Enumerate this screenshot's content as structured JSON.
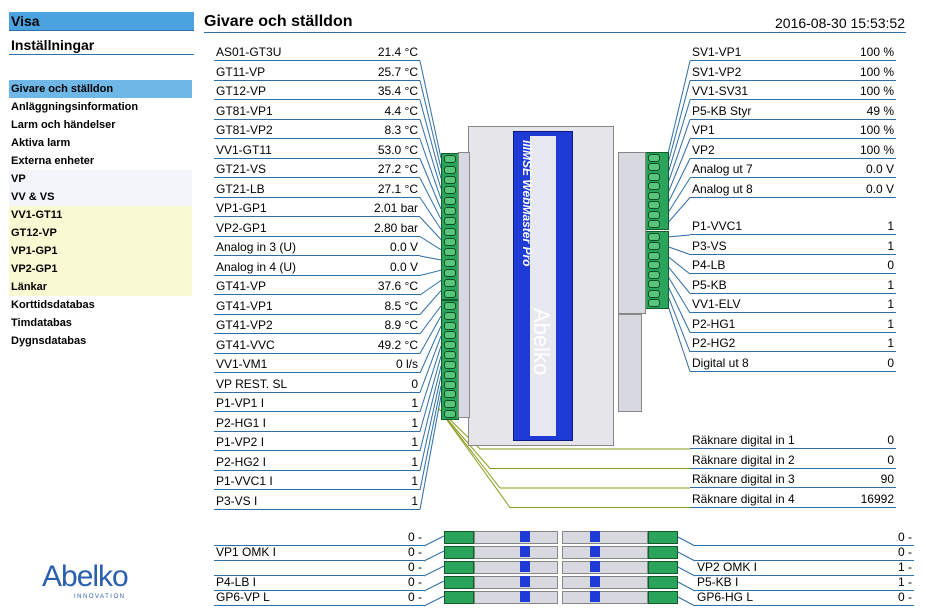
{
  "nav": {
    "visa": "Visa",
    "installningar": "Inställningar",
    "items": [
      {
        "label": "Givare och ställdon",
        "style": "sel"
      },
      {
        "label": "Anläggningsinformation",
        "style": ""
      },
      {
        "label": "Larm och händelser",
        "style": ""
      },
      {
        "label": "Aktiva larm",
        "style": ""
      },
      {
        "label": "Externa enheter",
        "style": ""
      },
      {
        "label": "VP",
        "style": "vp"
      },
      {
        "label": "VV & VS",
        "style": "vp"
      },
      {
        "label": "VV1-GT11",
        "style": "yel"
      },
      {
        "label": "GT12-VP",
        "style": "yel"
      },
      {
        "label": "VP1-GP1",
        "style": "yel"
      },
      {
        "label": "VP2-GP1",
        "style": "yel"
      },
      {
        "label": "Länkar",
        "style": "yel"
      },
      {
        "label": "Korttidsdatabas",
        "style": ""
      },
      {
        "label": "Timdatabas",
        "style": ""
      },
      {
        "label": "Dygnsdatabas",
        "style": ""
      }
    ]
  },
  "logo": {
    "word": "Abelko",
    "tagline": "INNOVATION"
  },
  "header": {
    "title": "Givare och ställdon",
    "timestamp": "2016-08-30 15:53:52"
  },
  "inputs_left": [
    {
      "label": "AS01-GT3U",
      "value": "21.4 °C"
    },
    {
      "label": "GT11-VP",
      "value": "25.7 °C"
    },
    {
      "label": "GT12-VP",
      "value": "35.4 °C"
    },
    {
      "label": "GT81-VP1",
      "value": "4.4 °C"
    },
    {
      "label": "GT81-VP2",
      "value": "8.3 °C"
    },
    {
      "label": "VV1-GT11",
      "value": "53.0 °C"
    },
    {
      "label": "GT21-VS",
      "value": "27.2 °C"
    },
    {
      "label": "GT21-LB",
      "value": "27.1 °C"
    },
    {
      "label": "VP1-GP1",
      "value": "2.01 bar"
    },
    {
      "label": "VP2-GP1",
      "value": "2.80 bar"
    },
    {
      "label": "Analog in 3 (U)",
      "value": "0.0 V"
    },
    {
      "label": "Analog in 4 (U)",
      "value": "0.0 V"
    },
    {
      "label": "GT41-VP",
      "value": "37.6 °C"
    },
    {
      "label": "GT41-VP1",
      "value": "8.5 °C"
    },
    {
      "label": "GT41-VP2",
      "value": "8.9 °C"
    },
    {
      "label": "GT41-VVC",
      "value": "49.2 °C"
    },
    {
      "label": "VV1-VM1",
      "value": "0 l/s"
    },
    {
      "label": "VP REST. SL",
      "value": "0"
    },
    {
      "label": "P1-VP1 I",
      "value": "1"
    },
    {
      "label": "P2-HG1 I",
      "value": "1"
    },
    {
      "label": "P1-VP2 I",
      "value": "1"
    },
    {
      "label": "P2-HG2 I",
      "value": "1"
    },
    {
      "label": "P1-VVC1 I",
      "value": "1"
    },
    {
      "label": "P3-VS I",
      "value": "1"
    }
  ],
  "outputs_right": [
    {
      "label": "SV1-VP1",
      "value": "100 %"
    },
    {
      "label": "SV1-VP2",
      "value": "100 %"
    },
    {
      "label": "VV1-SV31",
      "value": "100 %"
    },
    {
      "label": "P5-KB Styr",
      "value": "49 %"
    },
    {
      "label": "VP1",
      "value": "100 %"
    },
    {
      "label": "VP2",
      "value": "100 %"
    },
    {
      "label": "Analog ut 7",
      "value": "0.0 V"
    },
    {
      "label": "Analog ut 8",
      "value": "0.0 V"
    }
  ],
  "digital_right": [
    {
      "label": "P1-VVC1",
      "value": "1"
    },
    {
      "label": "P3-VS",
      "value": "1"
    },
    {
      "label": "P4-LB",
      "value": "0"
    },
    {
      "label": "P5-KB",
      "value": "1"
    },
    {
      "label": "VV1-ELV",
      "value": "1"
    },
    {
      "label": "P2-HG1",
      "value": "1"
    },
    {
      "label": "P2-HG2",
      "value": "1"
    },
    {
      "label": "Digital ut 8",
      "value": "0"
    }
  ],
  "counters_right": [
    {
      "label": "Räknare digital in 1",
      "value": "0"
    },
    {
      "label": "Räknare digital in 2",
      "value": "0"
    },
    {
      "label": "Räknare digital in 3",
      "value": "90"
    },
    {
      "label": "Räknare digital in 4",
      "value": "16992"
    }
  ],
  "bottom_left": [
    {
      "label": "",
      "value": "0 -"
    },
    {
      "label": "VP1 OMK I",
      "value": "0 -"
    },
    {
      "label": "",
      "value": "0 -"
    },
    {
      "label": "P4-LB I",
      "value": "0 -"
    },
    {
      "label": "GP6-VP L",
      "value": "0 -"
    }
  ],
  "bottom_right": [
    {
      "label": "",
      "value": "0 -"
    },
    {
      "label": "",
      "value": "0 -"
    },
    {
      "label": "VP2 OMK I",
      "value": "1 -"
    },
    {
      "label": "P5-KB I",
      "value": "1 -"
    },
    {
      "label": "GP6-HG L",
      "value": "0 -"
    }
  ],
  "controller": {
    "brand": "IIIMSE WebMaster Pro",
    "logo": "Abelko"
  },
  "colors": {
    "accent": "#4aa3df",
    "line": "#2f6ea8",
    "terminal": "#2aa45a",
    "panel": "#1f3bd6",
    "counter_wire": "#8a9a1a"
  }
}
